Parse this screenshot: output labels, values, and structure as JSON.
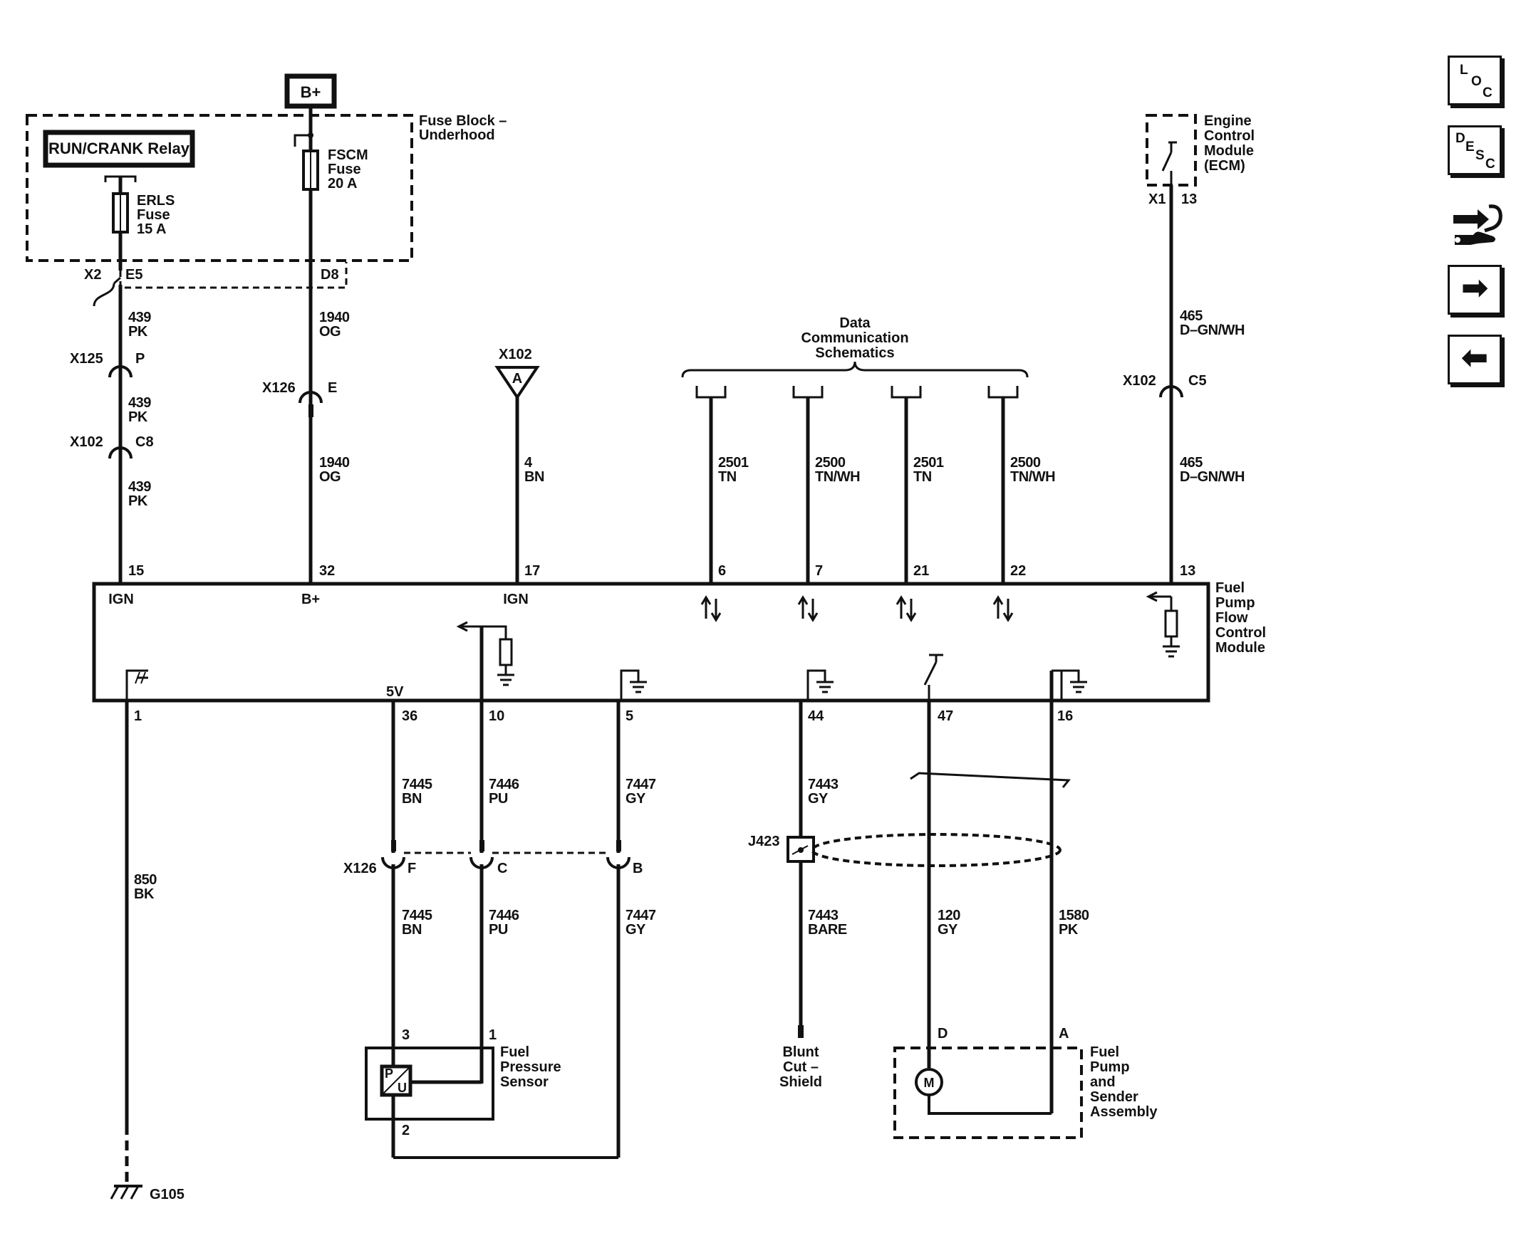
{
  "components": {
    "b_plus_source": "B+",
    "run_crank_relay": "RUN/CRANK Relay",
    "fuse_block": [
      "Fuse Block –",
      "Underhood"
    ],
    "erls_fuse": [
      "ERLS",
      "Fuse",
      "15 A"
    ],
    "fscm_fuse": [
      "FSCM",
      "Fuse",
      "20 A"
    ],
    "ecm": [
      "Engine",
      "Control",
      "Module",
      "(ECM)"
    ],
    "fpfcm": [
      "Fuel",
      "Pump",
      "Flow",
      "Control",
      "Module"
    ],
    "data_comm": [
      "Data",
      "Communication",
      "Schematics"
    ],
    "fuel_pressure_sensor": [
      "Fuel",
      "Pressure",
      "Sensor"
    ],
    "pump_sender": [
      "Fuel",
      "Pump",
      "and",
      "Sender",
      "Assembly"
    ],
    "blunt_cut": [
      "Blunt",
      "Cut –",
      "Shield"
    ],
    "ground": "G105",
    "motor_symbol": "M",
    "sensor_symbol_p": "P",
    "sensor_symbol_u": "U",
    "ground_ref_a": "A"
  },
  "connectors": {
    "x2": "X2",
    "e5": "E5",
    "d8": "D8",
    "x125": "X125",
    "x125_pin": "P",
    "x126_top": "X126",
    "x126_top_pin": "E",
    "x102_left": "X102",
    "x102_left_pin": "C8",
    "x102_ref": "X102",
    "x1": "X1",
    "x1_pin": "13",
    "x102_right": "X102",
    "x102_right_pin": "C5",
    "x126_bottom": "X126",
    "x126_pin_f": "F",
    "x126_pin_c": "C",
    "x126_pin_b": "B",
    "j423": "J423"
  },
  "wires": {
    "w439_a": [
      "439",
      "PK"
    ],
    "w439_b": [
      "439",
      "PK"
    ],
    "w439_c": [
      "439",
      "PK"
    ],
    "w1940_a": [
      "1940",
      "OG"
    ],
    "w1940_b": [
      "1940",
      "OG"
    ],
    "w4": [
      "4",
      "BN"
    ],
    "w2501_a": [
      "2501",
      "TN"
    ],
    "w2500_a": [
      "2500",
      "TN/WH"
    ],
    "w2501_b": [
      "2501",
      "TN"
    ],
    "w2500_b": [
      "2500",
      "TN/WH"
    ],
    "w465_a": [
      "465",
      "D–GN/WH"
    ],
    "w465_b": [
      "465",
      "D–GN/WH"
    ],
    "w850": [
      "850",
      "BK"
    ],
    "w7445_a": [
      "7445",
      "BN"
    ],
    "w7446_a": [
      "7446",
      "PU"
    ],
    "w7447_a": [
      "7447",
      "GY"
    ],
    "w7443_a": [
      "7443",
      "GY"
    ],
    "w7445_b": [
      "7445",
      "BN"
    ],
    "w7446_b": [
      "7446",
      "PU"
    ],
    "w7447_b": [
      "7447",
      "GY"
    ],
    "w7443_b": [
      "7443",
      "BARE"
    ],
    "w120": [
      "120",
      "GY"
    ],
    "w1580": [
      "1580",
      "PK"
    ]
  },
  "module_pins_top": [
    "15",
    "32",
    "17",
    "6",
    "7",
    "21",
    "22",
    "13"
  ],
  "module_pin_labels_top": [
    "IGN",
    "B+",
    "IGN"
  ],
  "module_pins_bottom": [
    "1",
    "36",
    "10",
    "5",
    "44",
    "47",
    "16"
  ],
  "module_label_5v": "5V",
  "sensor_pins": [
    "3",
    "1",
    "2"
  ],
  "pump_pins": [
    "D",
    "A"
  ],
  "nav": {
    "loc": [
      "L",
      "O",
      "C"
    ],
    "desc": [
      "D",
      "E",
      "S",
      "C"
    ],
    "next": "➡",
    "prev": "⬅"
  }
}
